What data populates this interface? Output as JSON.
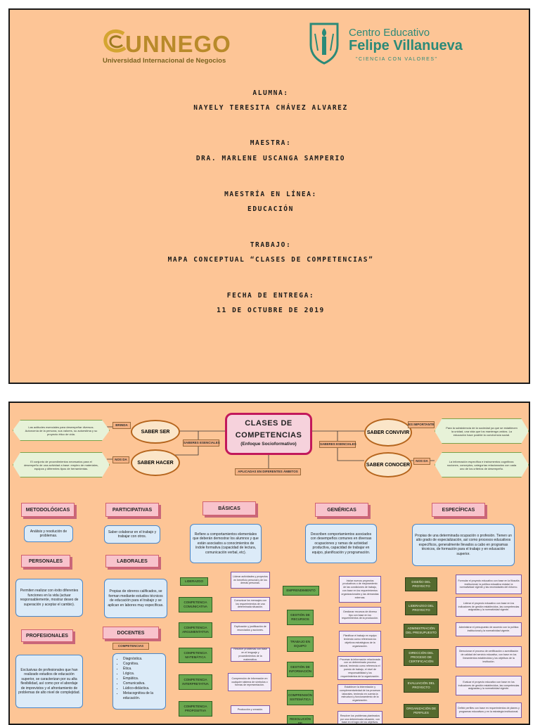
{
  "cover": {
    "logo_left": {
      "wordmark": "UNNEGO",
      "subtitle": "Universidad Internacional de Negocios"
    },
    "logo_right": {
      "line1": "Centro Educativo",
      "line2": "Felipe Villanueva",
      "motto": "\"CIENCIA CON VALORES\""
    },
    "alumna_label": "ALUMNA:",
    "alumna": "NAYELY TERESITA CHÁVEZ ALVAREZ",
    "maestra_label": "MAESTRA:",
    "maestra": "DRA. MARLENE USCANGA SAMPERIO",
    "maestria_label": "MAESTRÍA EN LÍNEA:",
    "maestria": "EDUCACIÓN",
    "trabajo_label": "TRABAJO:",
    "trabajo": "MAPA CONCEPTUAL “CLASES DE COMPETENCIAS”",
    "fecha_label": "FECHA DE ENTREGA:",
    "fecha": "11 DE OCTUBRE DE 2019"
  },
  "map": {
    "title": "CLASES DE COMPETENCIAS",
    "subtitle": "(Enfoque Socioformativo)",
    "applied": "APLICADAS EN DIFERENTES ÁMBITOS",
    "saberes_left": "SABERES ESENCIALES",
    "saberes_right": "SABERES ESENCIALES",
    "saber_ser": "SABER SER",
    "saber_hacer": "SABER HACER",
    "saber_convivir": "SABER CONVIVIR",
    "saber_conocer": "SABER CONOCER",
    "tag_brinda": "BRINDA",
    "tag_nos_da_left": "NOS DA",
    "tag_es_importante": "ES IMPORTANTE",
    "tag_nos_da_right": "NOS DA",
    "hex_ser": "Las actitudes esenciales para desempeñar diversos. Autonomía de la persona, sus valores, su autoestima y su proyecto ético de vida.",
    "hex_hacer": "El conjunto de procedimientos necesarios para el desempeño de una actividad a base: empleo de materiales, equipos y diferentes tipos de herramientas.",
    "hex_convivir": "Para la subsistencia de la sociedad ya que se establecen la unidad, una vida que los mantenga unidos. La educación hace posible la convivencia social.",
    "hex_conocer": "La información específica e instrumentos cognitivos: nociones, conceptos, categorías relacionados con cada uno de los criterios de desempeño.",
    "categories": {
      "metodologicas": "METODOLÓGICAS",
      "participativas": "PARTICIPATIVAS",
      "basicas": "BÁSICAS",
      "genericas": "GENÉRICAS",
      "especificas": "ESPECÍFICAS",
      "personales": "PERSONALES",
      "laborales": "LABORALES",
      "profesionales": "PROFESIONALES",
      "docentes": "DOCENTES"
    },
    "desc": {
      "metodologicas": "Análisis y resolución de problemas.",
      "participativas": "Saber colaborar en el trabajo y trabajar con otros.",
      "basicas": "Refiere a comportamientos elementales que deberán demostrar los alumnos y que están asociados a conocimientos de índole formativa (capacidad de lectura, comunicación verbal, etc).",
      "genericas": "Describen comportamientos asociados con desempeños comunes en diversas ocupaciones y ramas de actividad productiva, capacidad de trabajar en equipo, planificación y programación.",
      "especificas": "Propias de una determinada ocupación o profesión. Tienen un alto grado de especialización, así como procesos educativos específicos, generalmente llevados a cabo en programas técnicos, de formación para el trabajo y en educación superior.",
      "personales": "Permiten realizar con éxito diferentes funciones en la vida (actuar responsablemente, mostrar deseo de superación y aceptar el cambio).",
      "laborales": "Propias de obreros calificados, se forman mediante estudios técnicos de educación para el trabajo y se aplican en labores muy específicas.",
      "profesionales": "Exclusivas de profesionales que han realizado estudios de educación superior, se caracterizan por su alta flexibilidad, así como por el abordaje de imprevistos y el afrontamiento de problemas de alto nivel de complejidad."
    },
    "docentes_tag": "COMPETENCIAS",
    "docentes_list": [
      "Diagnóstica.",
      "Cognitiva.",
      "Ética.",
      "Lógica.",
      "Empática.",
      "Comunicativa.",
      "Lúdico-didáctica.",
      "Metacognitiva de la educación."
    ],
    "basicas_items": [
      {
        "label": "LIDERAZGO",
        "desc": "Liderar actividades y proyectos en beneficio personal y de los demás personas."
      },
      {
        "label": "COMPETENCIA COMUNICATIVA",
        "desc": "Comunicar los mensajes con los requerimientos de una determinada situación."
      },
      {
        "label": "COMPETENCIA ARGUMENTATIVA",
        "desc": "Explicación y justificación de enunciados y acciones."
      },
      {
        "label": "COMPETENCIA MATEMÁTICA",
        "desc": "Resolver problemas con base en el lenguaje y procedimientos de la matemática."
      },
      {
        "label": "COMPETENCIA INTERPRETATIVA",
        "desc": "Comprensión de información en cualquier sistema de símbolos o formas de representación."
      },
      {
        "label": "COMPETENCIA PROPOSITIVA",
        "desc": "Producción y creación."
      }
    ],
    "genericas_items": [
      {
        "label": "EMPRENDIMIENTO",
        "desc": "Iniciar nuevos proyectos productivos o de mejoramiento de las condiciones de trabajo, con base en los requerimientos organizacionales y las demandas externas."
      },
      {
        "label": "GESTIÓN DE RECURSOS",
        "desc": "Gestionar recursos de diverso tipo con base en los requerimientos de la producción."
      },
      {
        "label": "TRABAJO EN EQUIPO",
        "desc": "Planificar el trabajo en equipo teniendo como referencia los objetivos estratégicos de la organización."
      },
      {
        "label": "GESTIÓN DE INFORMACIÓN",
        "desc": "Procesar la información relacionada con un determinado proceso laboral, teniendo como referencia el puesto de trabajo, el nivel de responsabilidad y los requerimientos de la organización."
      },
      {
        "label": "COMPRENSIÓN SISTEMÁTICA",
        "desc": "Establecer la interrelación y complementariedad de los procesos laborales, teniendo en cuenta la estructura y funcionamiento de la organización."
      },
      {
        "label": "RESOLUCIÓN DE",
        "desc": "Resolver los problemas planteados por una determinada situación, con base en el logro de los objetivos."
      }
    ],
    "especificas_items": [
      {
        "label": "DISEÑO DEL PROYECTO",
        "desc": "Formular el proyecto educativo con base en la filosofía institucional, la política educativa estatal, la normatividad vigente y las necesidades del entorno."
      },
      {
        "label": "LIDERAZGO DEL PROYECTO",
        "desc": "Liderar el proyecto educativo con base en los indicadores de gestión establecidos, las competencias asignadas y la normatividad vigente."
      },
      {
        "label": "ADMINISTRACIÓN DEL PRESUPUESTO",
        "desc": "Administrar el presupuesto de acuerdo con la política institucional y la normatividad vigente."
      },
      {
        "label": "DIRECCIÓN DEL PROCESO DE CERTIFICACIÓN",
        "desc": "Direccionar el proceso de certificación o acreditación de calidad del servicio educativo, con base en los lineamientos establecidos y los objetivos de la institución."
      },
      {
        "label": "EVALUACIÓN DEL PROYECTO",
        "desc": "Evaluar el proyecto educativo con base en los indicadores de gestión establecidos, las competencias asignadas y la normatividad vigente."
      },
      {
        "label": "ORGANIZACIÓN DE PERFILES",
        "desc": "Definir perfiles con base en requerimientos de planes y programas educativos y en la estrategia institucional."
      }
    ]
  }
}
